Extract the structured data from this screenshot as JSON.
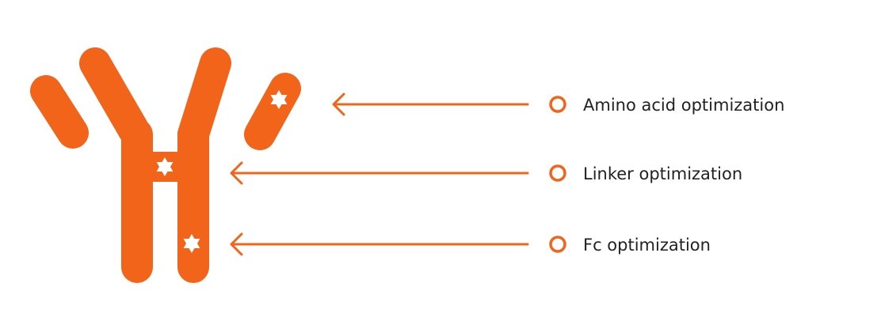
{
  "colors": {
    "accent": "#F26419",
    "text": "#222222",
    "background": "#FFFFFF",
    "star": "#FFFFFF"
  },
  "icons": {
    "antibody": "antibody-icon",
    "modification_site": "star-icon",
    "bullet": "ring-bullet-icon",
    "arrow": "arrow-left-icon"
  },
  "labels": [
    {
      "id": "amino-acid",
      "text": "Amino acid optimization"
    },
    {
      "id": "linker",
      "text": "Linker optimization"
    },
    {
      "id": "fc",
      "text": "Fc optimization"
    }
  ]
}
